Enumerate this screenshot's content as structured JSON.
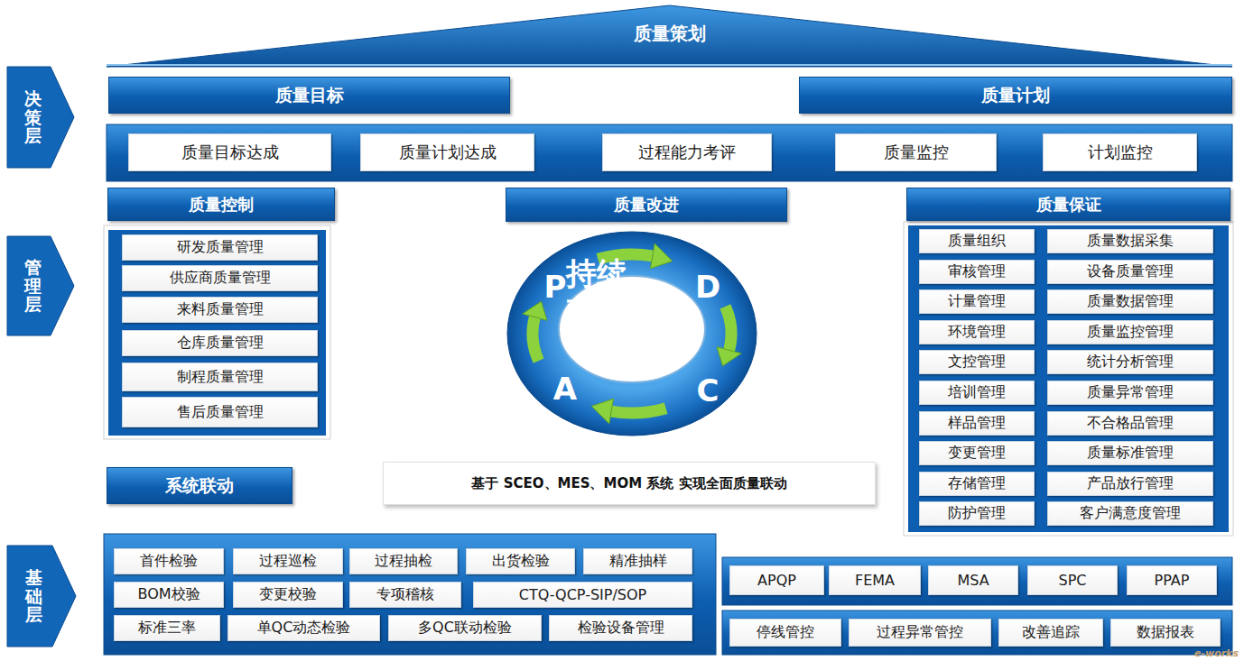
{
  "diagram": {
    "nodes": [
      {
        "text": [
          "质量策划"
        ]
      },
      {
        "text": [
          "决策层"
        ]
      },
      {
        "text": [
          "质量目标"
        ]
      },
      {
        "text": [
          "质量计划"
        ]
      },
      {
        "text": [
          "质量目标达成"
        ]
      },
      {
        "text": [
          "质量计划达成"
        ]
      },
      {
        "text": [
          "过程能力考评"
        ]
      },
      {
        "text": [
          "质量监控"
        ]
      },
      {
        "text": [
          "计划监控"
        ]
      },
      {
        "text": [
          "管理层"
        ]
      },
      {
        "text": [
          "质量控制"
        ]
      },
      {
        "text": [
          "质量改进"
        ]
      },
      {
        "text": [
          "质量保证"
        ]
      },
      {
        "text": [
          "研发质量管理"
        ]
      },
      {
        "text": [
          "供应商质量管理"
        ]
      },
      {
        "text": [
          "来料质量管理"
        ]
      },
      {
        "text": [
          "仓库质量管理"
        ]
      },
      {
        "text": [
          "制程质量管理"
        ]
      },
      {
        "text": [
          "售后质量管理"
        ]
      },
      {
        "text": [
          "P",
          "D",
          "C",
          "A"
        ]
      },
      {
        "text": [
          "持续改进"
        ],
        "in": 19
      },
      {
        "text": [
          "质量组织"
        ]
      },
      {
        "text": [
          "质量数据采集"
        ]
      },
      {
        "text": [
          "审核管理"
        ]
      },
      {
        "text": [
          "设备质量管理"
        ]
      },
      {
        "text": [
          "计量管理"
        ]
      },
      {
        "text": [
          "质量数据管理"
        ]
      },
      {
        "text": [
          "环境管理"
        ]
      },
      {
        "text": [
          "质量监控管理"
        ]
      },
      {
        "text": [
          "文控管理"
        ]
      },
      {
        "text": [
          "统计分析管理"
        ]
      },
      {
        "text": [
          "培训管理"
        ]
      },
      {
        "text": [
          "质量异常管理"
        ]
      },
      {
        "text": [
          "样品管理"
        ]
      },
      {
        "text": [
          "不合格品管理"
        ]
      },
      {
        "text": [
          "变更管理"
        ]
      },
      {
        "text": [
          "质量标准管理"
        ]
      },
      {
        "text": [
          "存储管理"
        ]
      },
      {
        "text": [
          "产品放行管理"
        ]
      },
      {
        "text": [
          "防护管理"
        ]
      },
      {
        "text": [
          "客户满意度管理"
        ]
      },
      {
        "text": [
          "系统联动"
        ]
      },
      {
        "text": [
          "基于 SCEO、MES、MOM 系统 实现全面质量联动"
        ]
      },
      {
        "text": [
          "基础层"
        ]
      },
      {
        "text": [
          "首件检验"
        ]
      },
      {
        "text": [
          "过程巡检"
        ]
      },
      {
        "text": [
          "过程抽检"
        ]
      },
      {
        "text": [
          "出货检验"
        ]
      },
      {
        "text": [
          "精准抽样"
        ]
      },
      {
        "text": [
          "BOM校验"
        ]
      },
      {
        "text": [
          "变更校验"
        ]
      },
      {
        "text": [
          "专项稽核"
        ]
      },
      {
        "text": [
          "CTQ-QCP-SIP/SOP"
        ]
      },
      {
        "text": [
          "标准三率"
        ]
      },
      {
        "text": [
          "单QC动态检验"
        ]
      },
      {
        "text": [
          "多QC联动检验"
        ]
      },
      {
        "text": [
          "检验设备管理"
        ]
      },
      {
        "text": [
          "APQP"
        ]
      },
      {
        "text": [
          "FEMA"
        ]
      },
      {
        "text": [
          "MSA"
        ]
      },
      {
        "text": [
          "SPC"
        ]
      },
      {
        "text": [
          "PPAP"
        ]
      },
      {
        "text": [
          "停线管控"
        ]
      },
      {
        "text": [
          "过程异常管控"
        ]
      },
      {
        "text": [
          "改善追踪"
        ]
      },
      {
        "text": [
          "数据报表"
        ]
      }
    ],
    "labels": [
      "e-works"
    ]
  }
}
